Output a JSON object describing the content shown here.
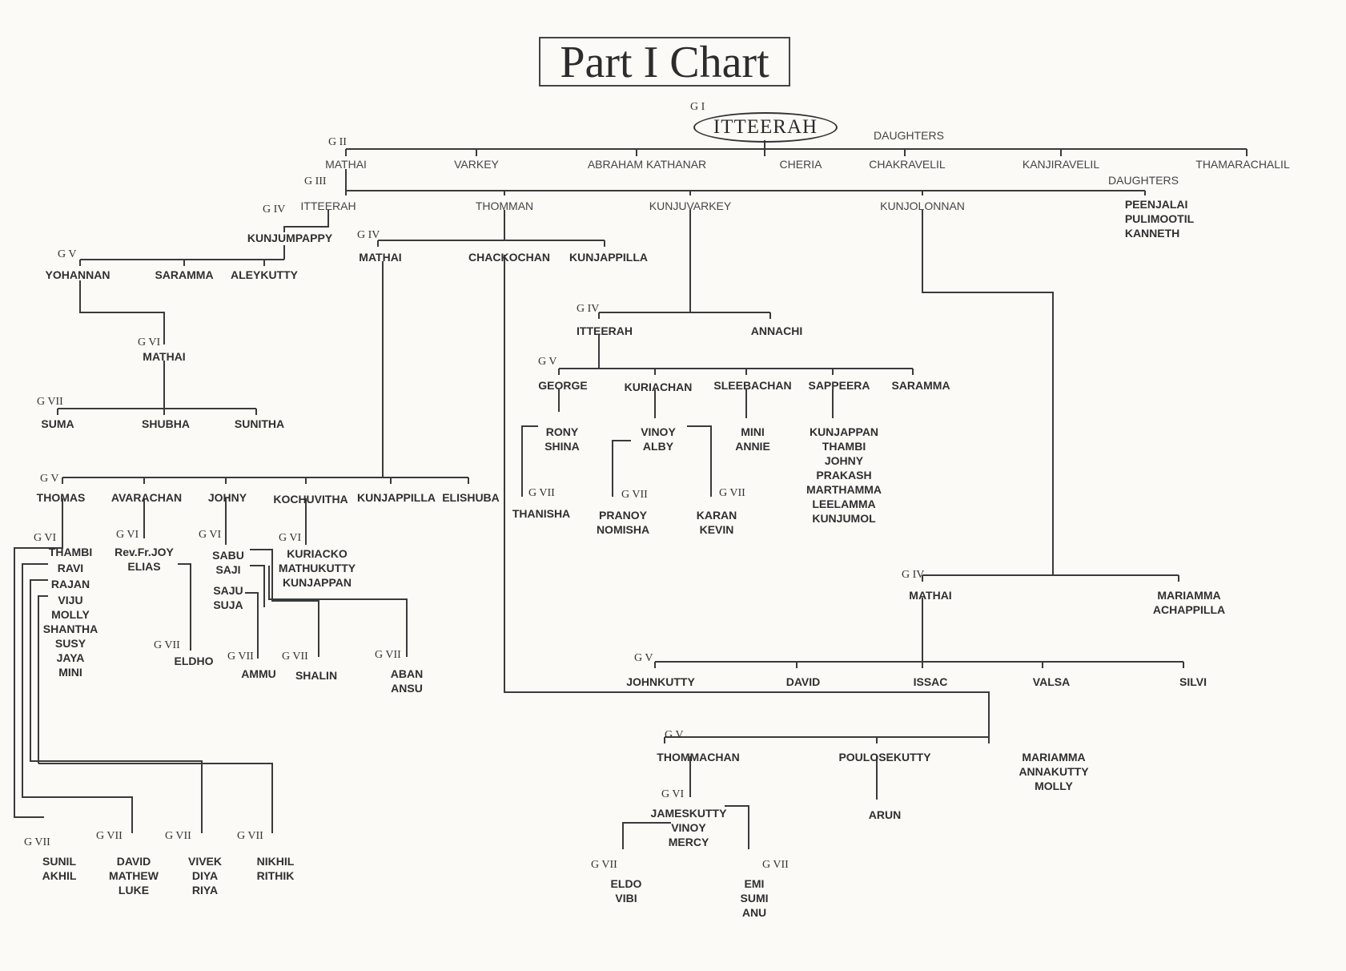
{
  "title": "Part I Chart",
  "root": {
    "generation": "G I",
    "name": "ITTEERAH"
  },
  "labels": {
    "daughters_1": "DAUGHTERS",
    "daughters_2": "DAUGHTERS"
  },
  "g2": {
    "generation": "G II",
    "sons": [
      "MATHAI",
      "VARKEY",
      "ABRAHAM KATHANAR",
      "CHERIA"
    ],
    "daughters": [
      "CHAKRAVELIL",
      "KANJIRAVELIL",
      "THAMARACHALIL"
    ]
  },
  "g3": {
    "generation": "G III",
    "sons": [
      "ITTEERAH",
      "THOMMAN",
      "KUNJUVARKEY",
      "KUNJOLONNAN"
    ],
    "daughters": "PEENJALAI\nPULIMOOTIL\nKANNETH"
  },
  "people": {
    "kunjumpappy": "KUNJUMPAPPY",
    "yohannan": "YOHANNAN",
    "saramma_a": "SARAMMA",
    "aleykutty": "ALEYKUTTY",
    "mathai_g6": "MATHAI",
    "suma": "SUMA",
    "shubha": "SHUBHA",
    "sunitha": "SUNITHA",
    "mathai_g4": "MATHAI",
    "chackochan": "CHACKOCHAN",
    "kunjappilla_g4": "KUNJAPPILLA",
    "thomas": "THOMAS",
    "avarachan": "AVARACHAN",
    "johny": "JOHNY",
    "kochuvitha": "KOCHUVITHA",
    "kunjappilla_g5": "KUNJAPPILLA",
    "elishuba": "ELISHUBA",
    "thambi_list": "THAMBI",
    "ravi": "RAVI",
    "rajan": "RAJAN",
    "viju_list": "VIJU\nMOLLY\nSHANTHA\nSUSY\nJAYA\nMINI",
    "rev_joy": "Rev.Fr.JOY\nELIAS",
    "sabu": "SABU",
    "saji": "SAJI",
    "saju": "SAJU\nSUJA",
    "kuriacko": "KURIACKO\nMATHUKUTTY\nKUNJAPPAN",
    "eldho_a": "ELDHO",
    "ammu": "AMMU",
    "shalin": "SHALIN",
    "aban": "ABAN\nANSU",
    "sunil": "SUNIL\nAKHIL",
    "david_a": "DAVID\nMATHEW\nLUKE",
    "vivek": "VIVEK\nDIYA\nRIYA",
    "nikhil": "NIKHIL\nRITHIK",
    "itteerah_g4": "ITTEERAH",
    "annachi": "ANNACHI",
    "george": "GEORGE",
    "kuriachan": "KURIACHAN",
    "sleebachan": "SLEEBACHAN",
    "sappeera": "SAPPEERA",
    "saramma_b": "SARAMMA",
    "rony": "RONY\nSHINA",
    "vinoy_a": "VINOY\nALBY",
    "mini": "MINI\nANNIE",
    "kunjappan_list": "KUNJAPPAN\nTHAMBI\nJOHNY\nPRAKASH\nMARTHAMMA\nLEELAMMA\nKUNJUMOL",
    "thanisha": "THANISHA",
    "pranoy": "PRANOY\nNOMISHA",
    "karan": "KARAN\nKEVIN",
    "mathai_g4b": "MATHAI",
    "mariamma_a": "MARIAMMA\nACHAPPILLA",
    "johnkutty": "JOHNKUTTY",
    "david_b": "DAVID",
    "issac": "ISSAC",
    "valsa": "VALSA",
    "silvi": "SILVI",
    "thommachan": "THOMMACHAN",
    "poulosekutty": "POULOSEKUTTY",
    "mariamma_b": "MARIAMMA\nANNAKUTTY\nMOLLY",
    "jameskutty": "JAMESKUTTY\nVINOY\nMERCY",
    "arun": "ARUN",
    "eldo_b": "ELDO\nVIBI",
    "emi": "EMI\nSUMI\nANU"
  },
  "gen": {
    "g4": "G IV",
    "g5": "G V",
    "g6": "G VI",
    "g7": "G VII"
  }
}
